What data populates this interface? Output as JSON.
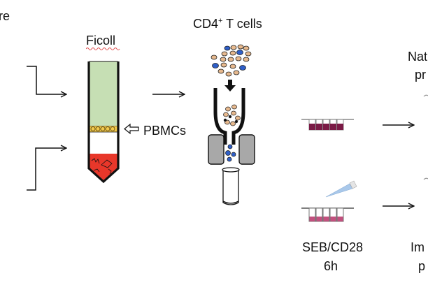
{
  "labels": {
    "left_cut": "re",
    "ficoll": "Ficoll",
    "pbmcs": "PBMCs",
    "cd4_main": "CD4",
    "cd4_sup": "+",
    "cd4_rest": " T cells",
    "native_line1": "Nat",
    "native_line2": "pr",
    "seb_line1": "SEB/CD28",
    "seb_line2": "6h",
    "immune_line1": "Im",
    "immune_line2": "p"
  },
  "colors": {
    "ficoll_layer": "#c6dfb4",
    "pbmc_band": "#f2c94c",
    "rbc_layer": "#e8372a",
    "cell_tan": "#e7b98e",
    "cell_blue": "#2f5fc8",
    "magnet_gray": "#a8a8a8",
    "well_dark": "#7a1a45",
    "well_pink": "#c2507e",
    "pipette_blue": "#a9c8ea",
    "spellcheck": "#e05050"
  },
  "elements": {
    "tan_cells_count": 16,
    "blue_cells_count": 4,
    "well_count": 5
  }
}
